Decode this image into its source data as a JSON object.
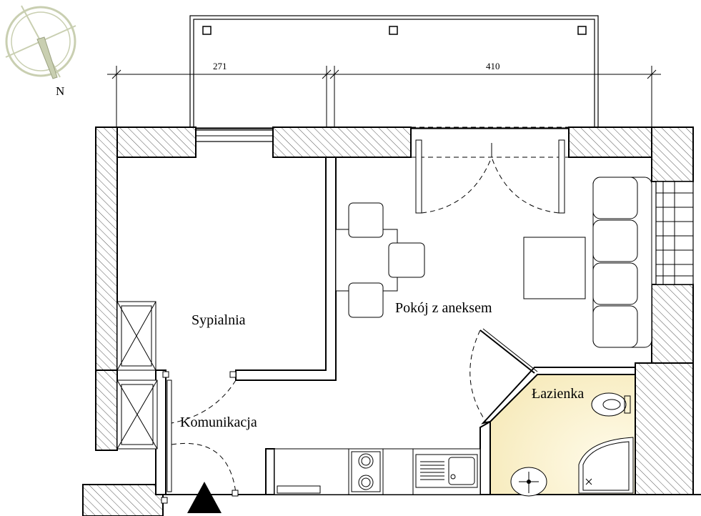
{
  "compass": {
    "north_label": "N",
    "icon": "compass-rose-icon"
  },
  "dimensions": {
    "left": "271",
    "right": "410"
  },
  "rooms": {
    "bedroom": "Sypialnia",
    "living": "Pokój z aneksem",
    "bathroom": "Łazienka",
    "hall": "Komunikacja"
  },
  "entrance": {
    "icon": "entrance-arrow-icon"
  },
  "colors": {
    "bathroom_floor": "#fbf3cf",
    "compass": "#c9cfb1",
    "walls": "#000000"
  }
}
